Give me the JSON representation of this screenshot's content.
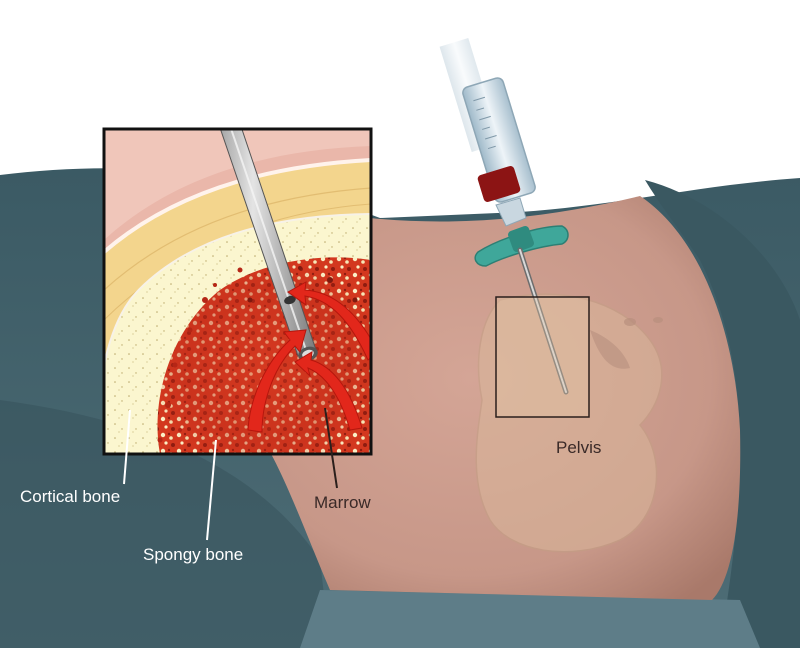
{
  "labels": {
    "cortical_bone": "Cortical bone",
    "spongy_bone": "Spongy bone",
    "marrow": "Marrow",
    "pelvis": "Pelvis"
  },
  "colors": {
    "drape": "#41606a",
    "drape_dark": "#2f4a53",
    "skin": "#c9998a",
    "skin_shadow": "#b27f70",
    "bone_cortex": "#f3d58d",
    "spongy": "#fbf6cf",
    "marrow_red": "#c0281a",
    "inset_border": "#111111",
    "syringe_blood": "#8c1414",
    "handle_teal": "#3fa79a",
    "label_white": "#ffffff",
    "label_dark": "#3a2a28"
  },
  "icons": [
    "needle-icon",
    "syringe-icon",
    "flow-arrow-icon"
  ]
}
